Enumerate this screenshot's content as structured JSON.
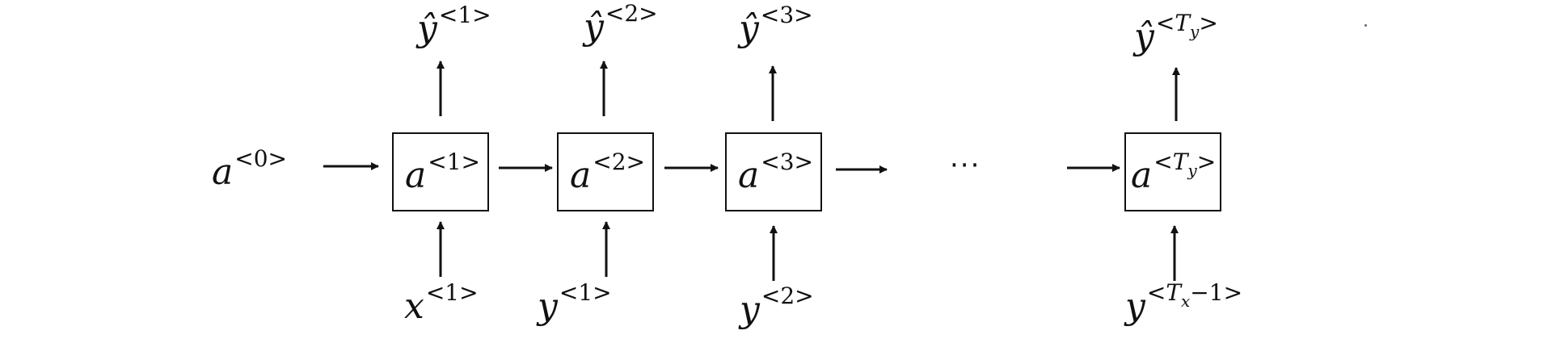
{
  "diagram": {
    "initial_state": {
      "base": "a",
      "sup_pre": "<0>"
    },
    "cells": [
      {
        "state": {
          "base": "a",
          "sup_pre": "<1>"
        },
        "input": {
          "base": "x",
          "sup_pre": "<1>"
        },
        "output": {
          "base": "ŷ",
          "sup_pre": "<1>"
        }
      },
      {
        "state": {
          "base": "a",
          "sup_pre": "<2>"
        },
        "input": {
          "base": "y",
          "sup_pre": "<1>"
        },
        "output": {
          "base": "ŷ",
          "sup_pre": "<2>"
        }
      },
      {
        "state": {
          "base": "a",
          "sup_pre": "<3>"
        },
        "input": {
          "base": "y",
          "sup_pre": "<2>"
        },
        "output": {
          "base": "ŷ",
          "sup_pre": "<3>"
        }
      }
    ],
    "ellipsis": "···",
    "final_cell": {
      "state": {
        "base": "a",
        "sup_pre": "<",
        "sup_var": "T",
        "sup_sub": "y",
        "sup_post": ">"
      },
      "input": {
        "base": "y",
        "sup_pre": "<",
        "sup_var": "T",
        "sup_sub": "x",
        "sup_post": "−1>"
      },
      "output": {
        "base": "ŷ",
        "sup_pre": "<",
        "sup_var": "T",
        "sup_sub": "y",
        "sup_post": ">"
      }
    },
    "stroke_color": "#111111"
  }
}
